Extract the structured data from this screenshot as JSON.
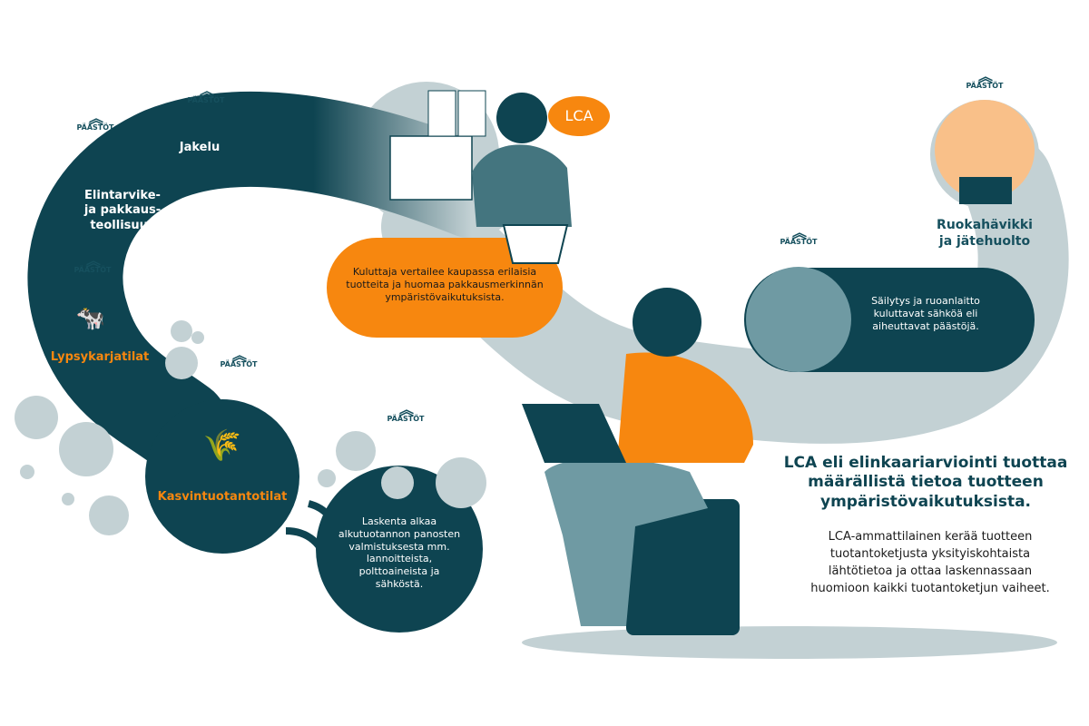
{
  "emission_label": "PÄÄSTÖT",
  "stages": {
    "distribution": "Jakelu",
    "industry": "Elintarvike-\nja pakkaus-\nteollisuus",
    "dairy": "Lypsykarjatilat",
    "crop": "Kasvintuotantotilat",
    "waste": "Ruokahävikki\nja jätehuolto"
  },
  "bubbles": {
    "consumer": "Kuluttaja vertailee kaupassa erilaisia tuotteita ja huomaa pakkausmerkinnän ympäristövaikutuksista.",
    "storage": "Säilytys ja ruoanlaitto kuluttavat sähköä eli aiheuttavat päästöjä.",
    "inputs": "Laskenta alkaa alkutuotannon panosten valmistuksesta mm. lannoitteista, polttoaineista ja sähköstä."
  },
  "lca_badge": "LCA",
  "summary": {
    "heading": "LCA eli elinkaariarviointi tuottaa määrällistä tietoa tuotteen ympäristövaikutuksista.",
    "body": "LCA-ammattilainen kerää tuotteen tuotantoketjusta yksityiskohtaista lähtötietoa ja ottaa laskennassaan huomioon kaikki tuotantoketjun vaiheet."
  },
  "colors": {
    "dark": "#0e4451",
    "light": "#c3d1d4",
    "orange": "#f7870f"
  }
}
